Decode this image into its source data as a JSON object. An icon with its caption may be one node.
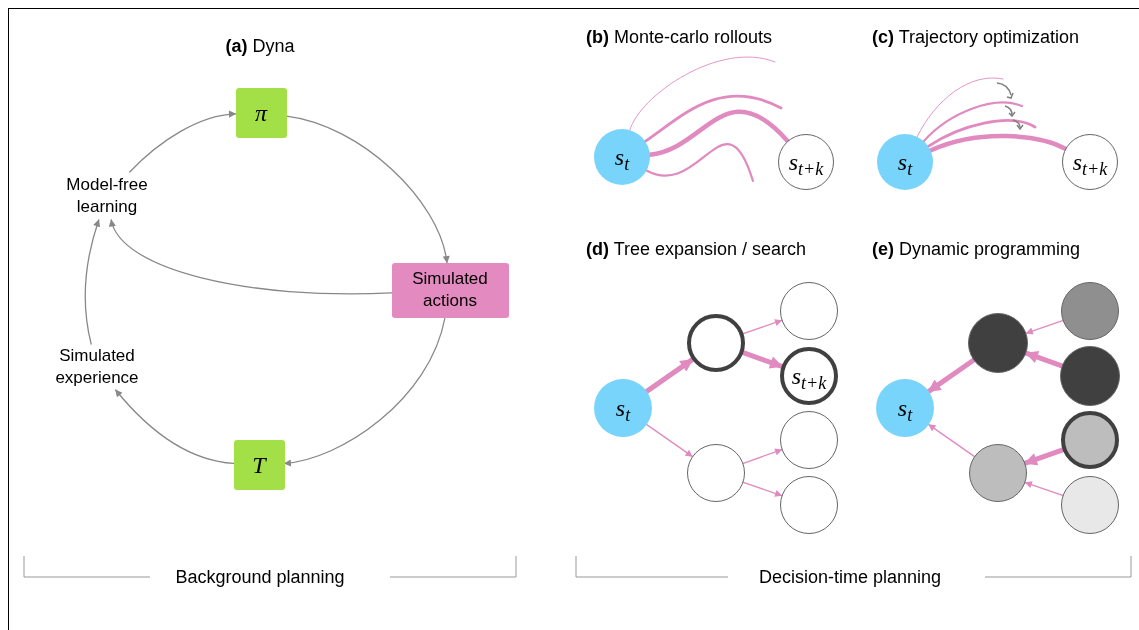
{
  "diagram": {
    "nodes": [
      {
        "text": [
          "π"
        ]
      },
      {
        "text": [
          "Model-free learning"
        ]
      },
      {
        "text": [
          "Simulated actions"
        ]
      },
      {
        "text": [
          "Simulated experience"
        ]
      },
      {
        "text": [
          "T"
        ]
      },
      {
        "text": [
          "s$_{t}$"
        ]
      },
      {
        "text": [
          "s$_{t+k}$"
        ]
      },
      {
        "text": [
          "s$_{t}$"
        ]
      },
      {
        "text": [
          "s$_{t+k}$"
        ]
      },
      {
        "text": [
          "s$_{t}$"
        ]
      },
      {
        "text": [],
        "shape": "circle"
      },
      {
        "text": [],
        "shape": "circle"
      },
      {
        "text": [],
        "shape": "circle"
      },
      {
        "text": [
          "s$_{t+k}$"
        ]
      },
      {
        "text": [],
        "shape": "circle"
      },
      {
        "text": [],
        "shape": "circle"
      },
      {
        "text": [
          "s$_{t}$"
        ]
      },
      {
        "text": [],
        "shape": "circle"
      },
      {
        "text": [],
        "shape": "circle"
      },
      {
        "text": [],
        "shape": "circle"
      },
      {
        "text": [],
        "shape": "circle"
      },
      {
        "text": [],
        "shape": "circle"
      },
      {
        "text": [],
        "shape": "circle"
      }
    ],
    "edges": [
      {
        "from": 1,
        "to": 0,
        "arrow": "to",
        "color": "#888888"
      },
      {
        "from": 0,
        "to": 2,
        "arrow": "to",
        "color": "#888888"
      },
      {
        "from": 2,
        "to": 1,
        "arrow": "to",
        "color": "#888888"
      },
      {
        "from": 2,
        "to": 4,
        "arrow": "to",
        "color": "#888888"
      },
      {
        "from": 4,
        "to": 3,
        "arrow": "to",
        "color": "#888888"
      },
      {
        "from": 3,
        "to": 1,
        "arrow": "to",
        "color": "#888888"
      },
      {
        "from": 5,
        "to": null,
        "arrow": "none"
      },
      {
        "from": 5,
        "to": null,
        "arrow": "none"
      },
      {
        "from": 5,
        "to": 6,
        "arrow": "none",
        "style": "thick"
      },
      {
        "from": 5,
        "to": null,
        "arrow": "none"
      },
      {
        "from": 7,
        "to": null,
        "arrow": "none"
      },
      {
        "from": 7,
        "to": null,
        "arrow": "none"
      },
      {
        "from": 7,
        "to": null,
        "arrow": "none"
      },
      {
        "from": 7,
        "to": 8,
        "arrow": "none",
        "style": "thick"
      },
      {
        "from": 9,
        "to": 10,
        "arrow": "to",
        "style": "thick"
      },
      {
        "from": 10,
        "to": 12,
        "arrow": "to"
      },
      {
        "from": 10,
        "to": 13,
        "arrow": "to",
        "style": "thick"
      },
      {
        "from": 9,
        "to": 11,
        "arrow": "to"
      },
      {
        "from": 11,
        "to": 14,
        "arrow": "to"
      },
      {
        "from": 11,
        "to": 15,
        "arrow": "to"
      },
      {
        "from": 17,
        "to": 16,
        "arrow": "to",
        "style": "thick"
      },
      {
        "from": 19,
        "to": 17,
        "arrow": "to"
      },
      {
        "from": 20,
        "to": 17,
        "arrow": "to",
        "style": "thick"
      },
      {
        "from": 18,
        "to": 16,
        "arrow": "to"
      },
      {
        "from": 21,
        "to": 18,
        "arrow": "to",
        "style": "thick"
      },
      {
        "from": 22,
        "to": 18,
        "arrow": "to"
      }
    ],
    "labels": [
      "**(a)** Dyna",
      "**(b)** Monte-carlo rollouts",
      "**(c)** Trajectory optimization",
      "**(d)** Tree expansion / search",
      "**(e)** Dynamic programming",
      "Background planning",
      "Decision-time planning"
    ]
  }
}
